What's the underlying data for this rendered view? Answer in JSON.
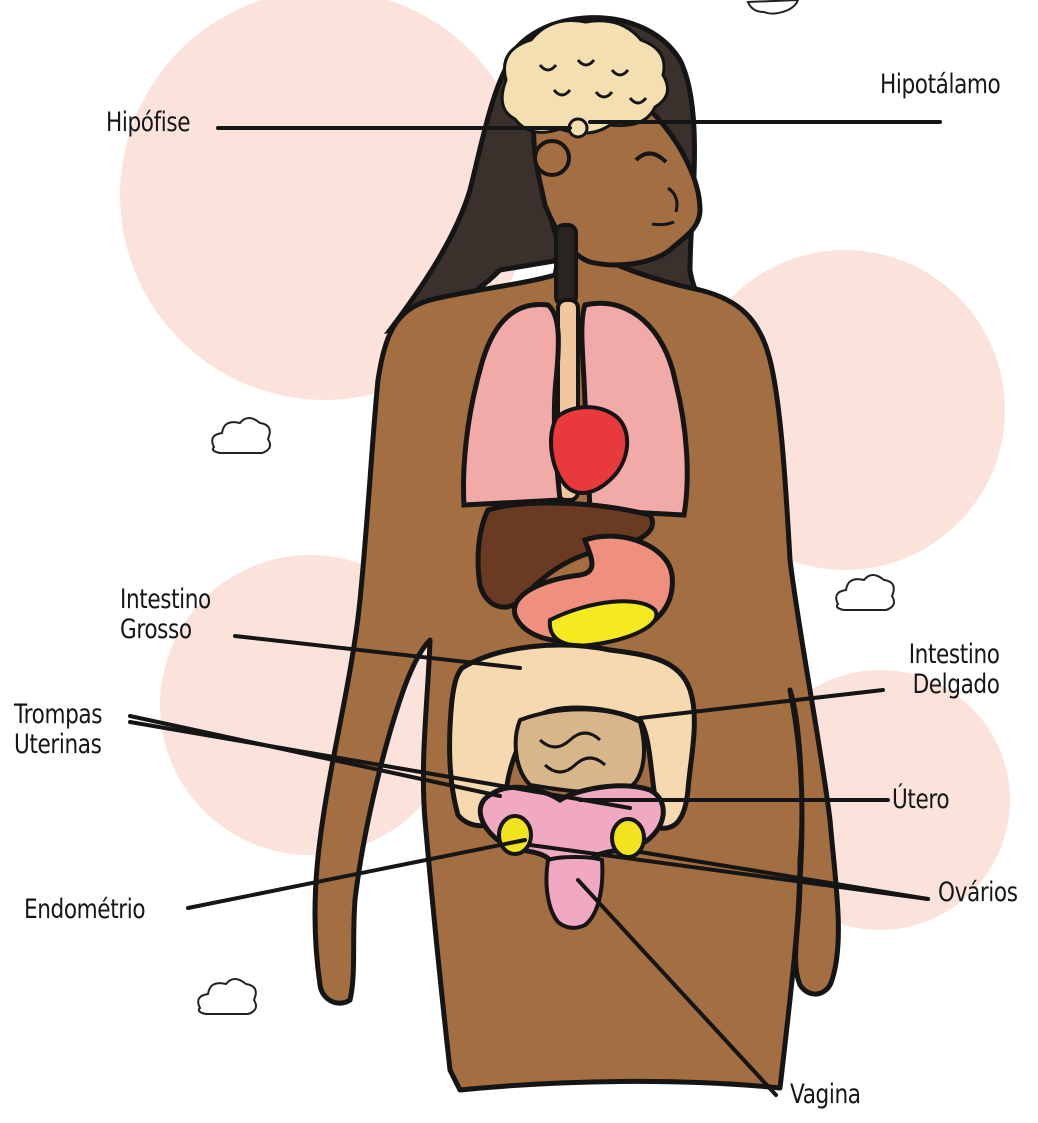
{
  "labels": {
    "hipofise": "Hipófise",
    "hipotalamo": "Hipotálamo",
    "intestino_grosso": "Intestino\nGrosso",
    "intestino_delgado": "Intestino\nDelgado",
    "trompas_uterinas": "Trompas\nUterinas",
    "utero": "Útero",
    "endometrio": "Endométrio",
    "ovarios": "Ovários",
    "vagina": "Vagina"
  },
  "colors": {
    "skin": "#a36e41",
    "hair": "#3a302c",
    "outline": "#151515",
    "background_circles": "#fbe3dc",
    "lungs": "#f2aaa9",
    "heart": "#e8393d",
    "liver": "#6b3a22",
    "stomach": "#ef8f7d",
    "pancreas_yellow": "#f4ea1f",
    "intestines": "#f7d9b0",
    "brain": "#f3dfb0",
    "uterus": "#f1a8c2",
    "ovaries": "#f2e31f"
  },
  "icons": [
    "cloud-icon"
  ]
}
